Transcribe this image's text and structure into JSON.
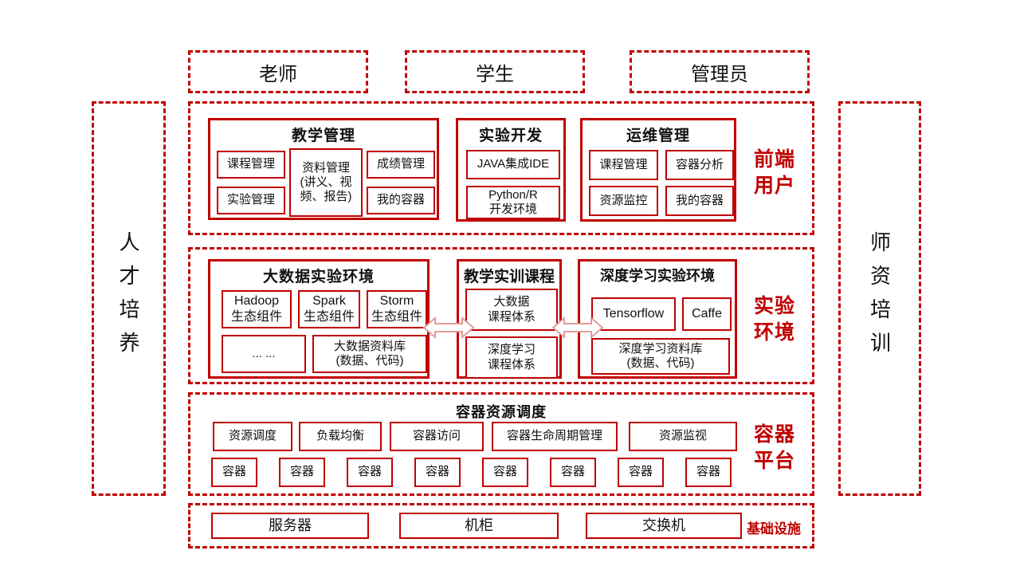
{
  "colors": {
    "accent_red": "#C00000",
    "arrow_outline": "#E29B9B",
    "text_black": "#111111",
    "background": "#FFFFFF"
  },
  "actors": [
    "老师",
    "学生",
    "管理员"
  ],
  "sides": {
    "left": "人才培养",
    "right": "师资培训"
  },
  "layers": {
    "frontend": {
      "label": "前端\n用户",
      "teaching": {
        "title": "教学管理",
        "course": "课程管理",
        "experiment": "实验管理",
        "materials": "资料管理\n(讲义、视\n频、报告)",
        "grades": "成绩管理",
        "container": "我的容器"
      },
      "dev": {
        "title": "实验开发",
        "java": "JAVA集成IDE",
        "python": "Python/R\n开发环境"
      },
      "ops": {
        "title": "运维管理",
        "course": "课程管理",
        "analysis": "容器分析",
        "monitor": "资源监控",
        "container": "我的容器"
      }
    },
    "experiment": {
      "label": "实验\n环境",
      "bigdata": {
        "title": "大数据实验环境",
        "hadoop": "Hadoop\n生态组件",
        "spark": "Spark\n生态组件",
        "storm": "Storm\n生态组件",
        "more": "... ...",
        "repo": "大数据资料库\n(数据、代码)"
      },
      "courses": {
        "title": "教学实训课程",
        "bigdata": "大数据\n课程体系",
        "deep": "深度学习\n课程体系"
      },
      "deep": {
        "title": "深度学习实验环境",
        "tensorflow": "Tensorflow",
        "caffe": "Caffe",
        "repo": "深度学习资料库\n(数据、代码)"
      }
    },
    "container": {
      "label": "容器\n平台",
      "title": "容器资源调度",
      "functions": [
        "资源调度",
        "负载均衡",
        "容器访问",
        "容器生命周期管理",
        "资源监视"
      ],
      "container_label": "容器",
      "container_count": 8
    },
    "infra": {
      "label": "基础设施",
      "server": "服务器",
      "rack": "机柜",
      "switch": "交换机"
    }
  }
}
